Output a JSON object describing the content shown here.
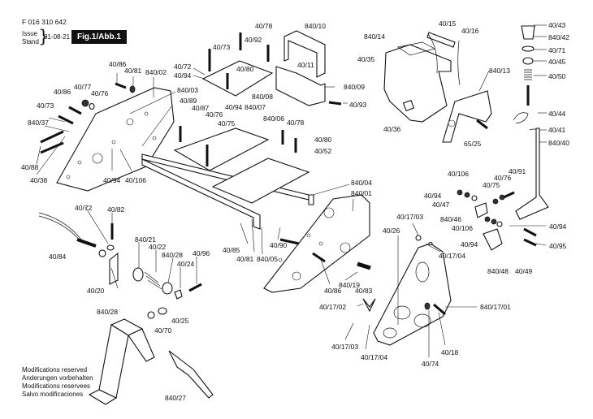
{
  "header": {
    "document_code": "F 016 310 642",
    "issue_label_1": "Issue",
    "issue_label_2": "Stand",
    "issue_date": "01-08-21",
    "figure_label": "Fig.1/Abb.1"
  },
  "footer": {
    "modifications": [
      "Modifications reserved",
      "Anderungen vorbehalten",
      "Modifications reservees",
      "Salvo modificaciones"
    ]
  },
  "part_labels": [
    {
      "id": "p1",
      "text": "40/86"
    },
    {
      "id": "p2",
      "text": "40/81"
    },
    {
      "id": "p3",
      "text": "840/02"
    },
    {
      "id": "p4",
      "text": "40/72"
    },
    {
      "id": "p5",
      "text": "40/94"
    },
    {
      "id": "p6",
      "text": "840/03"
    },
    {
      "id": "p7",
      "text": "40/86"
    },
    {
      "id": "p8",
      "text": "40/77"
    },
    {
      "id": "p9",
      "text": "40/76"
    },
    {
      "id": "p10",
      "text": "40/73"
    },
    {
      "id": "p11",
      "text": "840/37"
    },
    {
      "id": "p12",
      "text": "40/88"
    },
    {
      "id": "p13",
      "text": "40/38"
    },
    {
      "id": "p14",
      "text": "40/94"
    },
    {
      "id": "p15",
      "text": "40/106"
    },
    {
      "id": "p16",
      "text": "40/89"
    },
    {
      "id": "p17",
      "text": "40/87"
    },
    {
      "id": "p18",
      "text": "40/76"
    },
    {
      "id": "p19",
      "text": "40/75"
    },
    {
      "id": "p20",
      "text": "40/73"
    },
    {
      "id": "p21",
      "text": "40/78"
    },
    {
      "id": "p22",
      "text": "40/92"
    },
    {
      "id": "p23",
      "text": "40/80"
    },
    {
      "id": "p24",
      "text": "40/94"
    },
    {
      "id": "p25",
      "text": "840/08"
    },
    {
      "id": "p26",
      "text": "840/07"
    },
    {
      "id": "p27",
      "text": "840/06"
    },
    {
      "id": "p28",
      "text": "40/78"
    },
    {
      "id": "p29",
      "text": "40/80"
    },
    {
      "id": "p30",
      "text": "40/52"
    },
    {
      "id": "p31",
      "text": "840/10"
    },
    {
      "id": "p32",
      "text": "40/11"
    },
    {
      "id": "p33",
      "text": "840/09"
    },
    {
      "id": "p34",
      "text": "40/93"
    },
    {
      "id": "p35",
      "text": "840/04"
    },
    {
      "id": "p36",
      "text": "840/01"
    },
    {
      "id": "p37",
      "text": "840/14"
    },
    {
      "id": "p38",
      "text": "40/35"
    },
    {
      "id": "p39",
      "text": "40/36"
    },
    {
      "id": "p40",
      "text": "40/15"
    },
    {
      "id": "p41",
      "text": "40/16"
    },
    {
      "id": "p42",
      "text": "840/13"
    },
    {
      "id": "p43",
      "text": "65/25"
    },
    {
      "id": "p44",
      "text": "40/43"
    },
    {
      "id": "p45",
      "text": "840/42"
    },
    {
      "id": "p46",
      "text": "40/71"
    },
    {
      "id": "p47",
      "text": "40/45"
    },
    {
      "id": "p48",
      "text": "40/50"
    },
    {
      "id": "p49",
      "text": "40/44"
    },
    {
      "id": "p50",
      "text": "40/41"
    },
    {
      "id": "p51",
      "text": "840/40"
    },
    {
      "id": "p52",
      "text": "40/106"
    },
    {
      "id": "p53",
      "text": "40/94"
    },
    {
      "id": "p54",
      "text": "40/47"
    },
    {
      "id": "p55",
      "text": "840/46"
    },
    {
      "id": "p56",
      "text": "40/75"
    },
    {
      "id": "p57",
      "text": "40/76"
    },
    {
      "id": "p58",
      "text": "40/91"
    },
    {
      "id": "p59",
      "text": "40/106"
    },
    {
      "id": "p60",
      "text": "40/94"
    },
    {
      "id": "p61",
      "text": "840/48"
    },
    {
      "id": "p62",
      "text": "40/49"
    },
    {
      "id": "p63",
      "text": "40/94"
    },
    {
      "id": "p64",
      "text": "40/95"
    },
    {
      "id": "p65",
      "text": "40/72"
    },
    {
      "id": "p66",
      "text": "40/82"
    },
    {
      "id": "p67",
      "text": "40/84"
    },
    {
      "id": "p68",
      "text": "40/20"
    },
    {
      "id": "p69",
      "text": "840/21"
    },
    {
      "id": "p70",
      "text": "40/22"
    },
    {
      "id": "p71",
      "text": "840/28"
    },
    {
      "id": "p72",
      "text": "40/24"
    },
    {
      "id": "p73",
      "text": "40/96"
    },
    {
      "id": "p74",
      "text": "40/25"
    },
    {
      "id": "p75",
      "text": "40/70"
    },
    {
      "id": "p76",
      "text": "840/28"
    },
    {
      "id": "p77",
      "text": "840/27"
    },
    {
      "id": "p78",
      "text": "40/85"
    },
    {
      "id": "p79",
      "text": "40/81"
    },
    {
      "id": "p80",
      "text": "840/05"
    },
    {
      "id": "p81",
      "text": "40/90"
    },
    {
      "id": "p82",
      "text": "40/86"
    },
    {
      "id": "p83",
      "text": "840/19"
    },
    {
      "id": "p84",
      "text": "40/83"
    },
    {
      "id": "p85",
      "text": "40/17/02"
    },
    {
      "id": "p86",
      "text": "40/17/03"
    },
    {
      "id": "p87",
      "text": "40/17/04"
    },
    {
      "id": "p88",
      "text": "40/26"
    },
    {
      "id": "p89",
      "text": "40/17/03"
    },
    {
      "id": "p90",
      "text": "40/17/04"
    },
    {
      "id": "p91",
      "text": "840/17/01"
    },
    {
      "id": "p92",
      "text": "40/18"
    },
    {
      "id": "p93",
      "text": "40/74"
    }
  ]
}
